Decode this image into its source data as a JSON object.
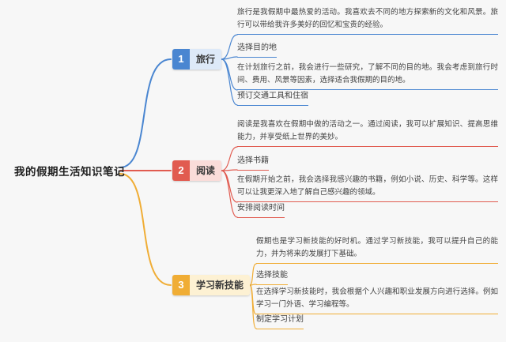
{
  "canvas": {
    "background": "#f7f7f7"
  },
  "central": {
    "label": "我的假期生活知识笔记"
  },
  "branches": [
    {
      "number": "1",
      "label": "旅行",
      "color": "#4a86d1",
      "light": "#dde9f8",
      "items": [
        {
          "text": "旅行是我假期中最热爱的活动。我喜欢去不同的地方探索新的文化和风景。旅行可以带给我许多美好的回忆和宝贵的经验。"
        },
        {
          "text": "选择目的地"
        },
        {
          "text": "在计划旅行之前，我会进行一些研究，了解不同的目的地。我会考虑到旅行时间、费用、风景等因素，选择适合我假期的目的地。"
        },
        {
          "text": "预订交通工具和住宿"
        }
      ]
    },
    {
      "number": "2",
      "label": "阅读",
      "color": "#e15b50",
      "light": "#fadcd9",
      "items": [
        {
          "text": "阅读是我喜欢在假期中做的活动之一。通过阅读，我可以扩展知识、提高思维能力，并享受纸上世界的美妙。"
        },
        {
          "text": "选择书籍"
        },
        {
          "text": "在假期开始之前，我会选择我感兴趣的书籍，例如小说、历史、科学等。这样可以让我更深入地了解自己感兴趣的领域。"
        },
        {
          "text": "安排阅读时间"
        }
      ]
    },
    {
      "number": "3",
      "label": "学习新技能",
      "color": "#f0ad35",
      "light": "#fdf1d3",
      "items": [
        {
          "text": "假期也是学习新技能的好时机。通过学习新技能，我可以提升自己的能力，并为将来的发展打下基础。"
        },
        {
          "text": "选择技能"
        },
        {
          "text": "在选择学习新技能时，我会根据个人兴趣和职业发展方向进行选择。例如学习一门外语、学习编程等。"
        },
        {
          "text": "制定学习计划"
        }
      ]
    }
  ]
}
